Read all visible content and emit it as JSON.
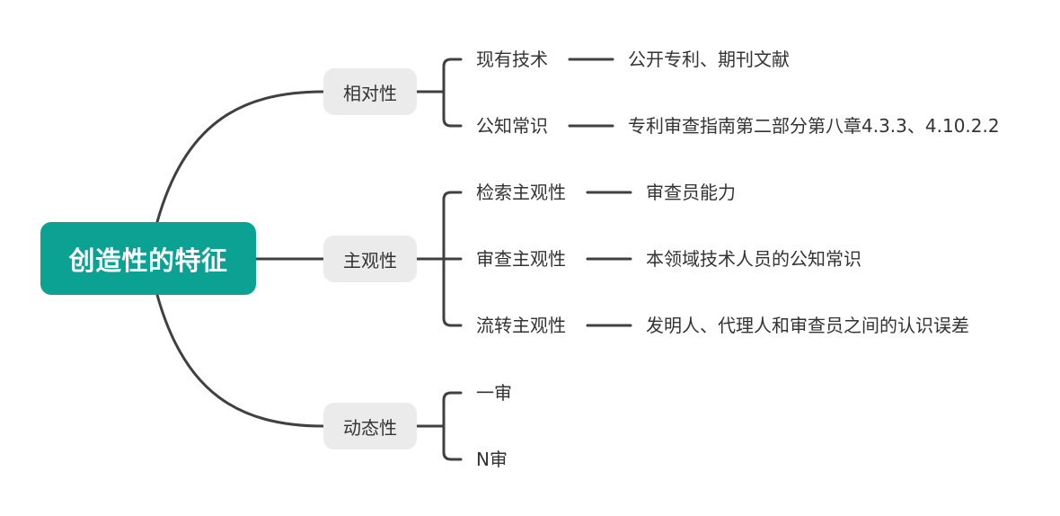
{
  "root": {
    "label": "创造性的特征"
  },
  "branches": [
    {
      "label": "相对性",
      "leaves": [
        {
          "label": "现有技术",
          "detail": "公开专利、期刊文献"
        },
        {
          "label": "公知常识",
          "detail": "专利审查指南第二部分第八章4.3.3、4.10.2.2"
        }
      ]
    },
    {
      "label": "主观性",
      "leaves": [
        {
          "label": "检索主观性",
          "detail": "审查员能力"
        },
        {
          "label": "审查主观性",
          "detail": "本领域技术人员的公知常识"
        },
        {
          "label": "流转主观性",
          "detail": "发明人、代理人和审查员之间的认识误差"
        }
      ]
    },
    {
      "label": "动态性",
      "leaves": [
        {
          "label": "一审"
        },
        {
          "label": "N审"
        }
      ]
    }
  ],
  "colors": {
    "root_fill": "#0ba293",
    "branch_fill": "#ebebeb",
    "line": "#404040",
    "text": "#333333"
  }
}
